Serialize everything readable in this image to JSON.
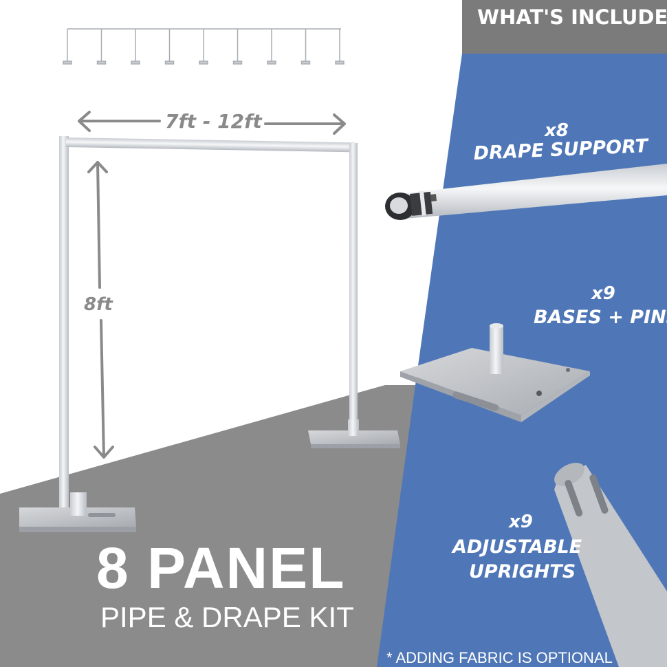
{
  "header": {
    "title": "WHAT'S INCLUDED"
  },
  "dimensions": {
    "width": "7ft - 12ft",
    "height": "8ft"
  },
  "items": [
    {
      "qty": "x8",
      "name": "DRAPE SUPPORT"
    },
    {
      "qty": "x9",
      "name": "BASES + PINS"
    },
    {
      "qty": "x9",
      "name": "ADJUSTABLE",
      "name2": "UPRIGHTS"
    }
  ],
  "product": {
    "title": "8 PANEL",
    "subtitle": "PIPE & DRAPE KIT"
  },
  "footnote": "* ADDING FABRIC IS OPTIONAL",
  "colors": {
    "blue": "#4f77b7",
    "gray": "#8b8b8b",
    "dark_gray": "#7a7a7a",
    "pipe": "#dcdfe3"
  }
}
